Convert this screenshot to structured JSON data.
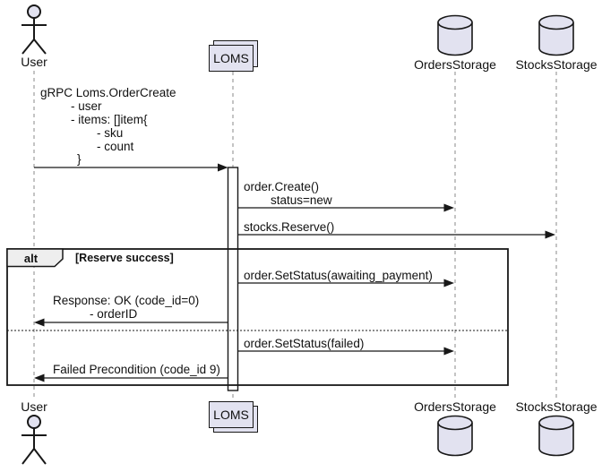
{
  "diagram_type": "uml-sequence",
  "participants": {
    "user": {
      "name": "User",
      "type": "actor"
    },
    "loms": {
      "name": "LOMS",
      "type": "collections"
    },
    "orders_storage": {
      "name": "OrdersStorage",
      "type": "database"
    },
    "stocks_storage": {
      "name": "StocksStorage",
      "type": "database"
    }
  },
  "fragment": {
    "operator": "alt",
    "guard": "[Reserve success]"
  },
  "messages": {
    "order_create_request": {
      "from": "User",
      "to": "LOMS",
      "line1": "gRPC Loms.OrderCreate",
      "line2": "- user",
      "line3": "- items: []item{",
      "line4": "- sku",
      "line5": "- count",
      "line6": "}"
    },
    "db_order_create": {
      "from": "LOMS",
      "to": "OrdersStorage",
      "line1": "order.Create()",
      "line2": "status=new"
    },
    "stocks_reserve": {
      "from": "LOMS",
      "to": "StocksStorage",
      "label": "stocks.Reserve()"
    },
    "set_status_awaiting": {
      "from": "LOMS",
      "to": "OrdersStorage",
      "label": "order.SetStatus(awaiting_payment)"
    },
    "response_ok": {
      "from": "LOMS",
      "to": "User",
      "line1": "Response: OK (code_id=0)",
      "line2": "- orderID"
    },
    "set_status_failed": {
      "from": "LOMS",
      "to": "OrdersStorage",
      "label": "order.SetStatus(failed)"
    },
    "failed_precondition": {
      "from": "LOMS",
      "to": "User",
      "label": "Failed Precondition (code_id 9)"
    }
  },
  "colors": {
    "participant_fill": "#E2E2F0",
    "stroke": "#181818",
    "frame_header_fill": "#EEEEEE",
    "lifeline": "#8a8a8a",
    "background": "#ffffff"
  }
}
